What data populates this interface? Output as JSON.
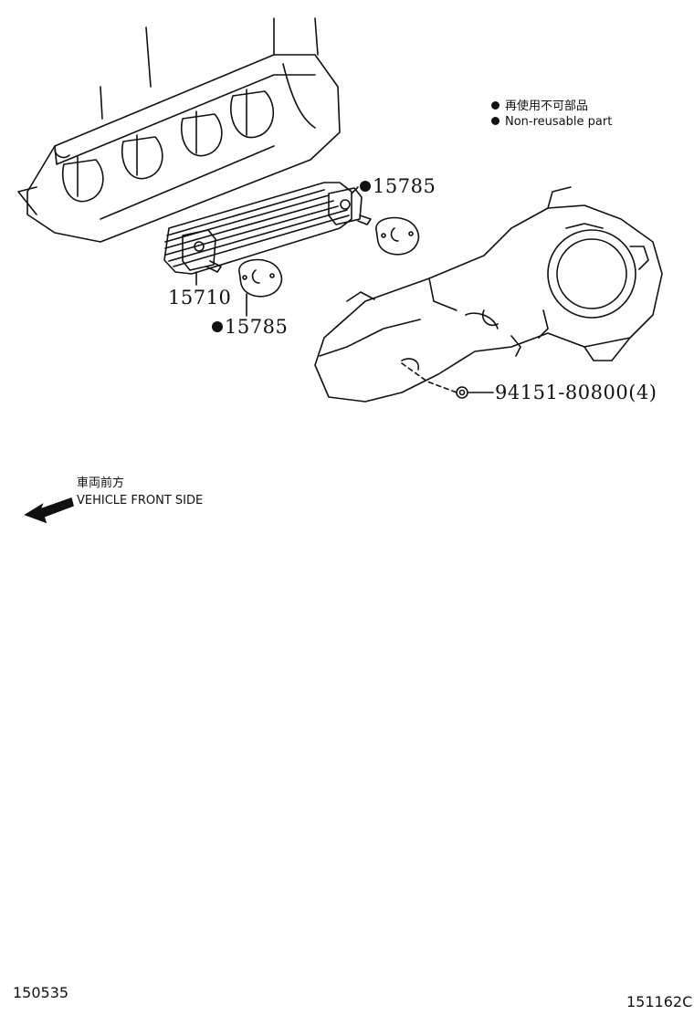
{
  "legend": {
    "jp": "再使用不可部品",
    "en": "Non-reusable part"
  },
  "parts": {
    "gasket_upper": "15785",
    "oil_cooler": "15710",
    "gasket_lower": "15785",
    "nut": "94151-80800(4)"
  },
  "direction": {
    "jp": "車両前方",
    "en": "VEHICLE FRONT SIDE"
  },
  "codes": {
    "left": "150535",
    "right": "151162C"
  }
}
